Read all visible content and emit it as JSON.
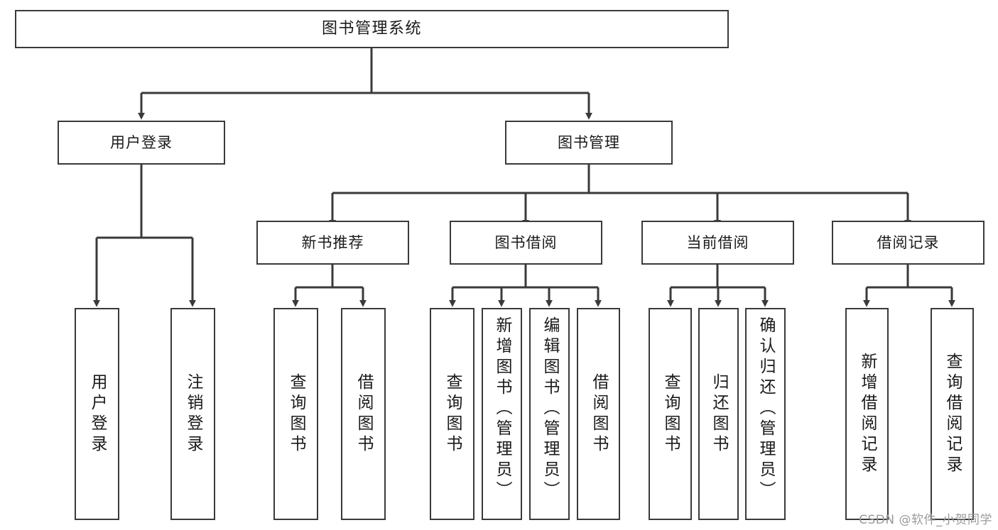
{
  "diagram": {
    "type": "tree",
    "title": "图书管理系统",
    "orientation": "top-down",
    "colors": {
      "box_border": "#3a3a3a",
      "box_fill": "#ffffff",
      "line": "#3a3a3a",
      "text": "#1a1a1a",
      "watermark": "#9a9a9a",
      "background": "#ffffff"
    },
    "root": {
      "label": "图书管理系统"
    },
    "level2": [
      {
        "label": "用户登录"
      },
      {
        "label": "图书管理"
      }
    ],
    "level3": [
      {
        "label": "新书推荐"
      },
      {
        "label": "图书借阅"
      },
      {
        "label": "当前借阅"
      },
      {
        "label": "借阅记录"
      }
    ],
    "leaves": {
      "user_login": [
        {
          "label": "用户登录"
        },
        {
          "label": "注销登录"
        }
      ],
      "new_book_recommend": [
        {
          "label": "查询图书"
        },
        {
          "label": "借阅图书"
        }
      ],
      "book_borrow": [
        {
          "label": "查询图书"
        },
        {
          "label": "新增图书（管理员）"
        },
        {
          "label": "编辑图书（管理员）"
        },
        {
          "label": "借阅图书"
        }
      ],
      "current_borrow": [
        {
          "label": "查询图书"
        },
        {
          "label": "归还图书"
        },
        {
          "label": "确认归还（管理员）"
        }
      ],
      "borrow_record": [
        {
          "label": "新增借阅记录"
        },
        {
          "label": "查询借阅记录"
        }
      ]
    }
  },
  "watermark": {
    "text": "CSDN @软件_小贺同学"
  }
}
